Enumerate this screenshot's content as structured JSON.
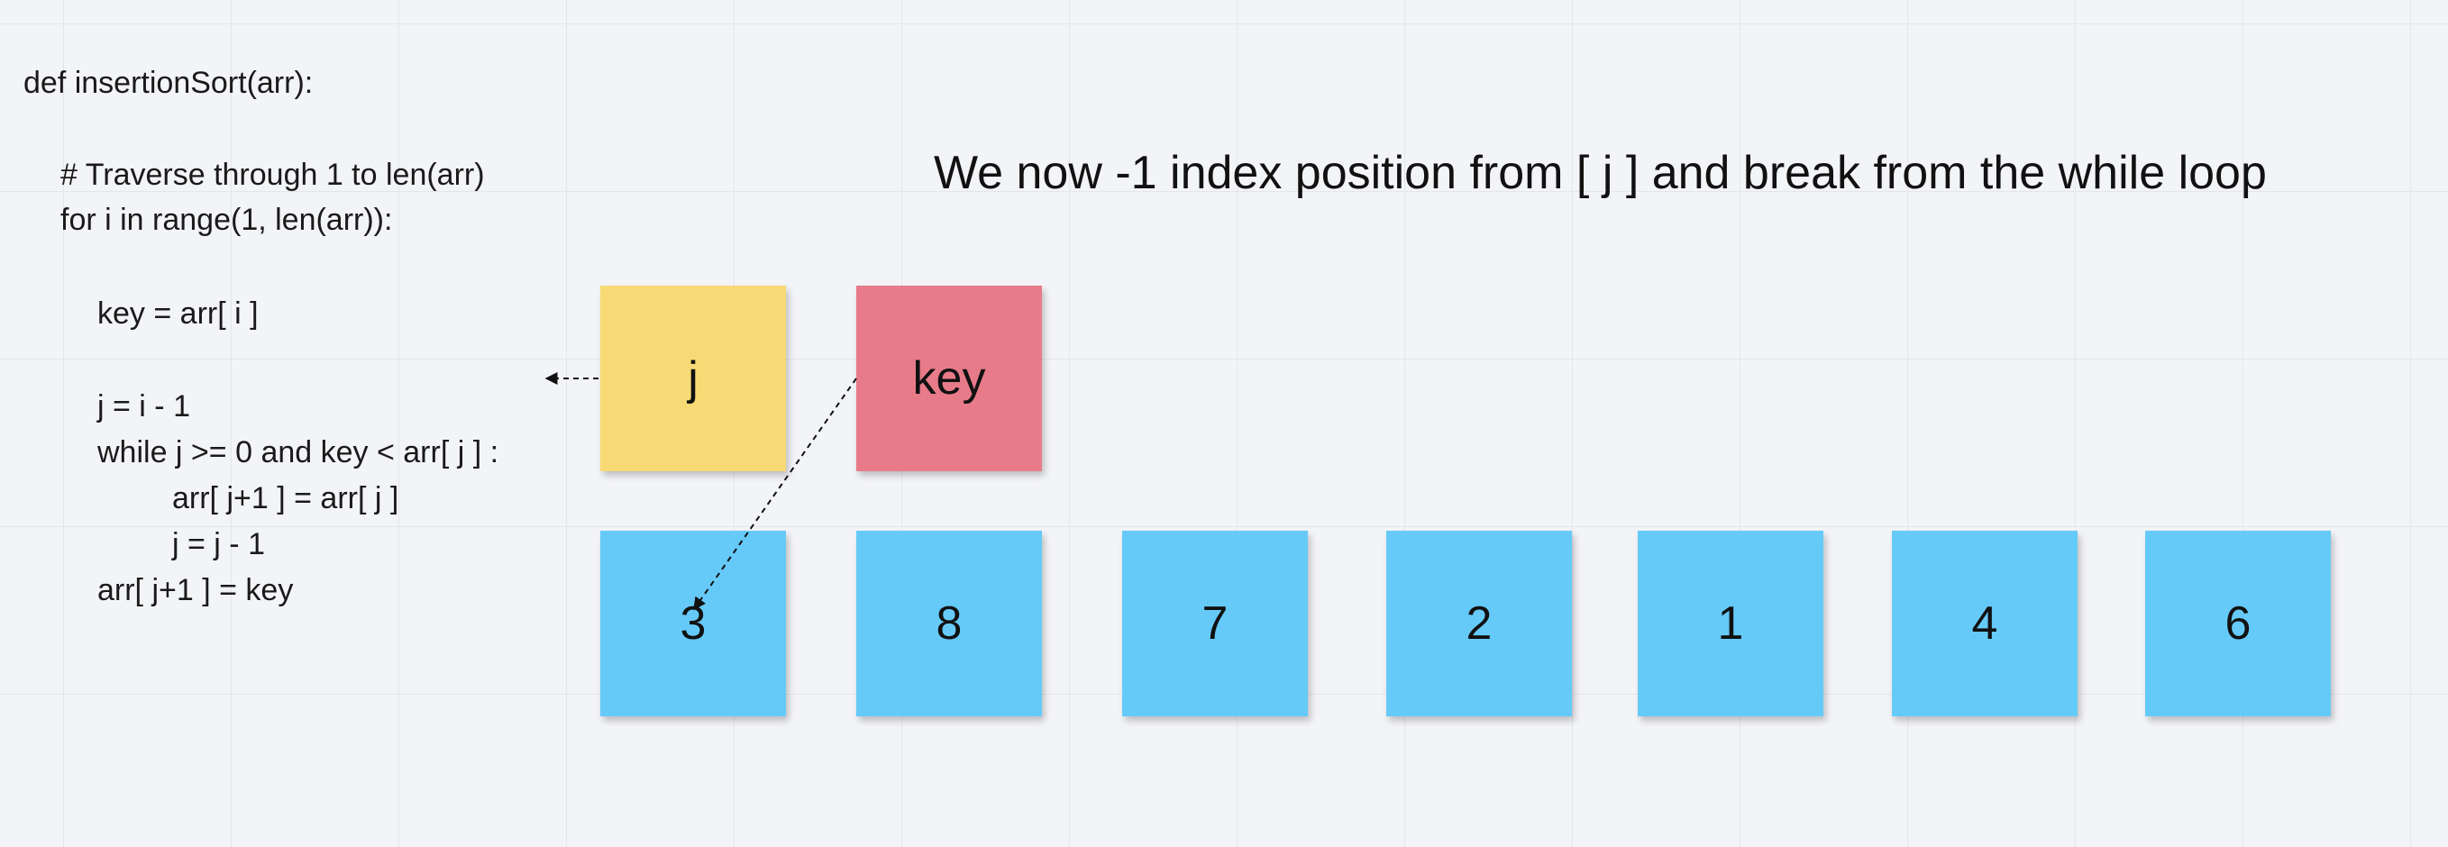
{
  "code": {
    "lines": [
      "def insertionSort(arr):",
      "# Traverse through 1 to len(arr)",
      "for i in range(1, len(arr)):",
      "key = arr[ i ]",
      "j = i - 1",
      "while j >= 0 and key < arr[ j ] :",
      "arr[ j+1 ] = arr[ j ]",
      "j = j - 1",
      "arr[ j+1 ] = key"
    ]
  },
  "heading": "We now -1 index position from [ j ] and break from the while loop",
  "pointers": {
    "j_label": "j",
    "key_label": "key"
  },
  "array": {
    "values": [
      "3",
      "8",
      "7",
      "2",
      "1",
      "4",
      "6"
    ]
  },
  "colors": {
    "j_note": "#f7da75",
    "key_note": "#e77b89",
    "array_note": "#66caf9",
    "background": "#f3f4f7"
  }
}
